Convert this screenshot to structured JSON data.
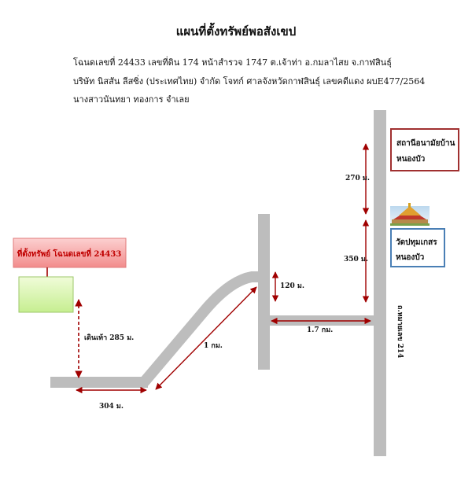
{
  "header": {
    "title": "แผนที่ตั้งทรัพย์พอสังเขป",
    "line1": "โฉนดเลขที่ 24433 เลขที่ดิน 174 หน้าสำรวจ 1747 ต.เจ้าท่า อ.กมลาไสย จ.กาฬสินธุ์",
    "line2": "บริษัท นิสสัน ลีสซิ่ง (ประเทศไทย) จำกัด โจทก์   ศาลจังหวัดกาฬสินธุ์  เลขคดีแดง ผบE477/2564",
    "line3": "นางสาวนันทยา ทองการ จำเลย"
  },
  "map": {
    "property_label": "ที่ตั้งทรัพย์ โฉนดเลขที่ 24433",
    "health_station": [
      "สถานีอนามัยบ้าน",
      "หนองบัว"
    ],
    "temple": [
      "วัดปทุมเกสร",
      "หนองบัว"
    ],
    "road_name": "ถ.หมายเลข 214",
    "distances": {
      "d270": "270 ม.",
      "d350": "350 ม.",
      "d120": "120 ม.",
      "d1_7": "1.7 กม.",
      "d1": "1 กม.",
      "walk": "เดินเท้า 285 ม.",
      "d304": "304 ม."
    },
    "colors": {
      "road": "#bdbdbd",
      "arrow": "#a00000",
      "health_border": "#a03030",
      "temple_border": "#4a7fb5",
      "property_fill": "#f7a8a8",
      "land_fill": "#d6f5a8"
    }
  }
}
